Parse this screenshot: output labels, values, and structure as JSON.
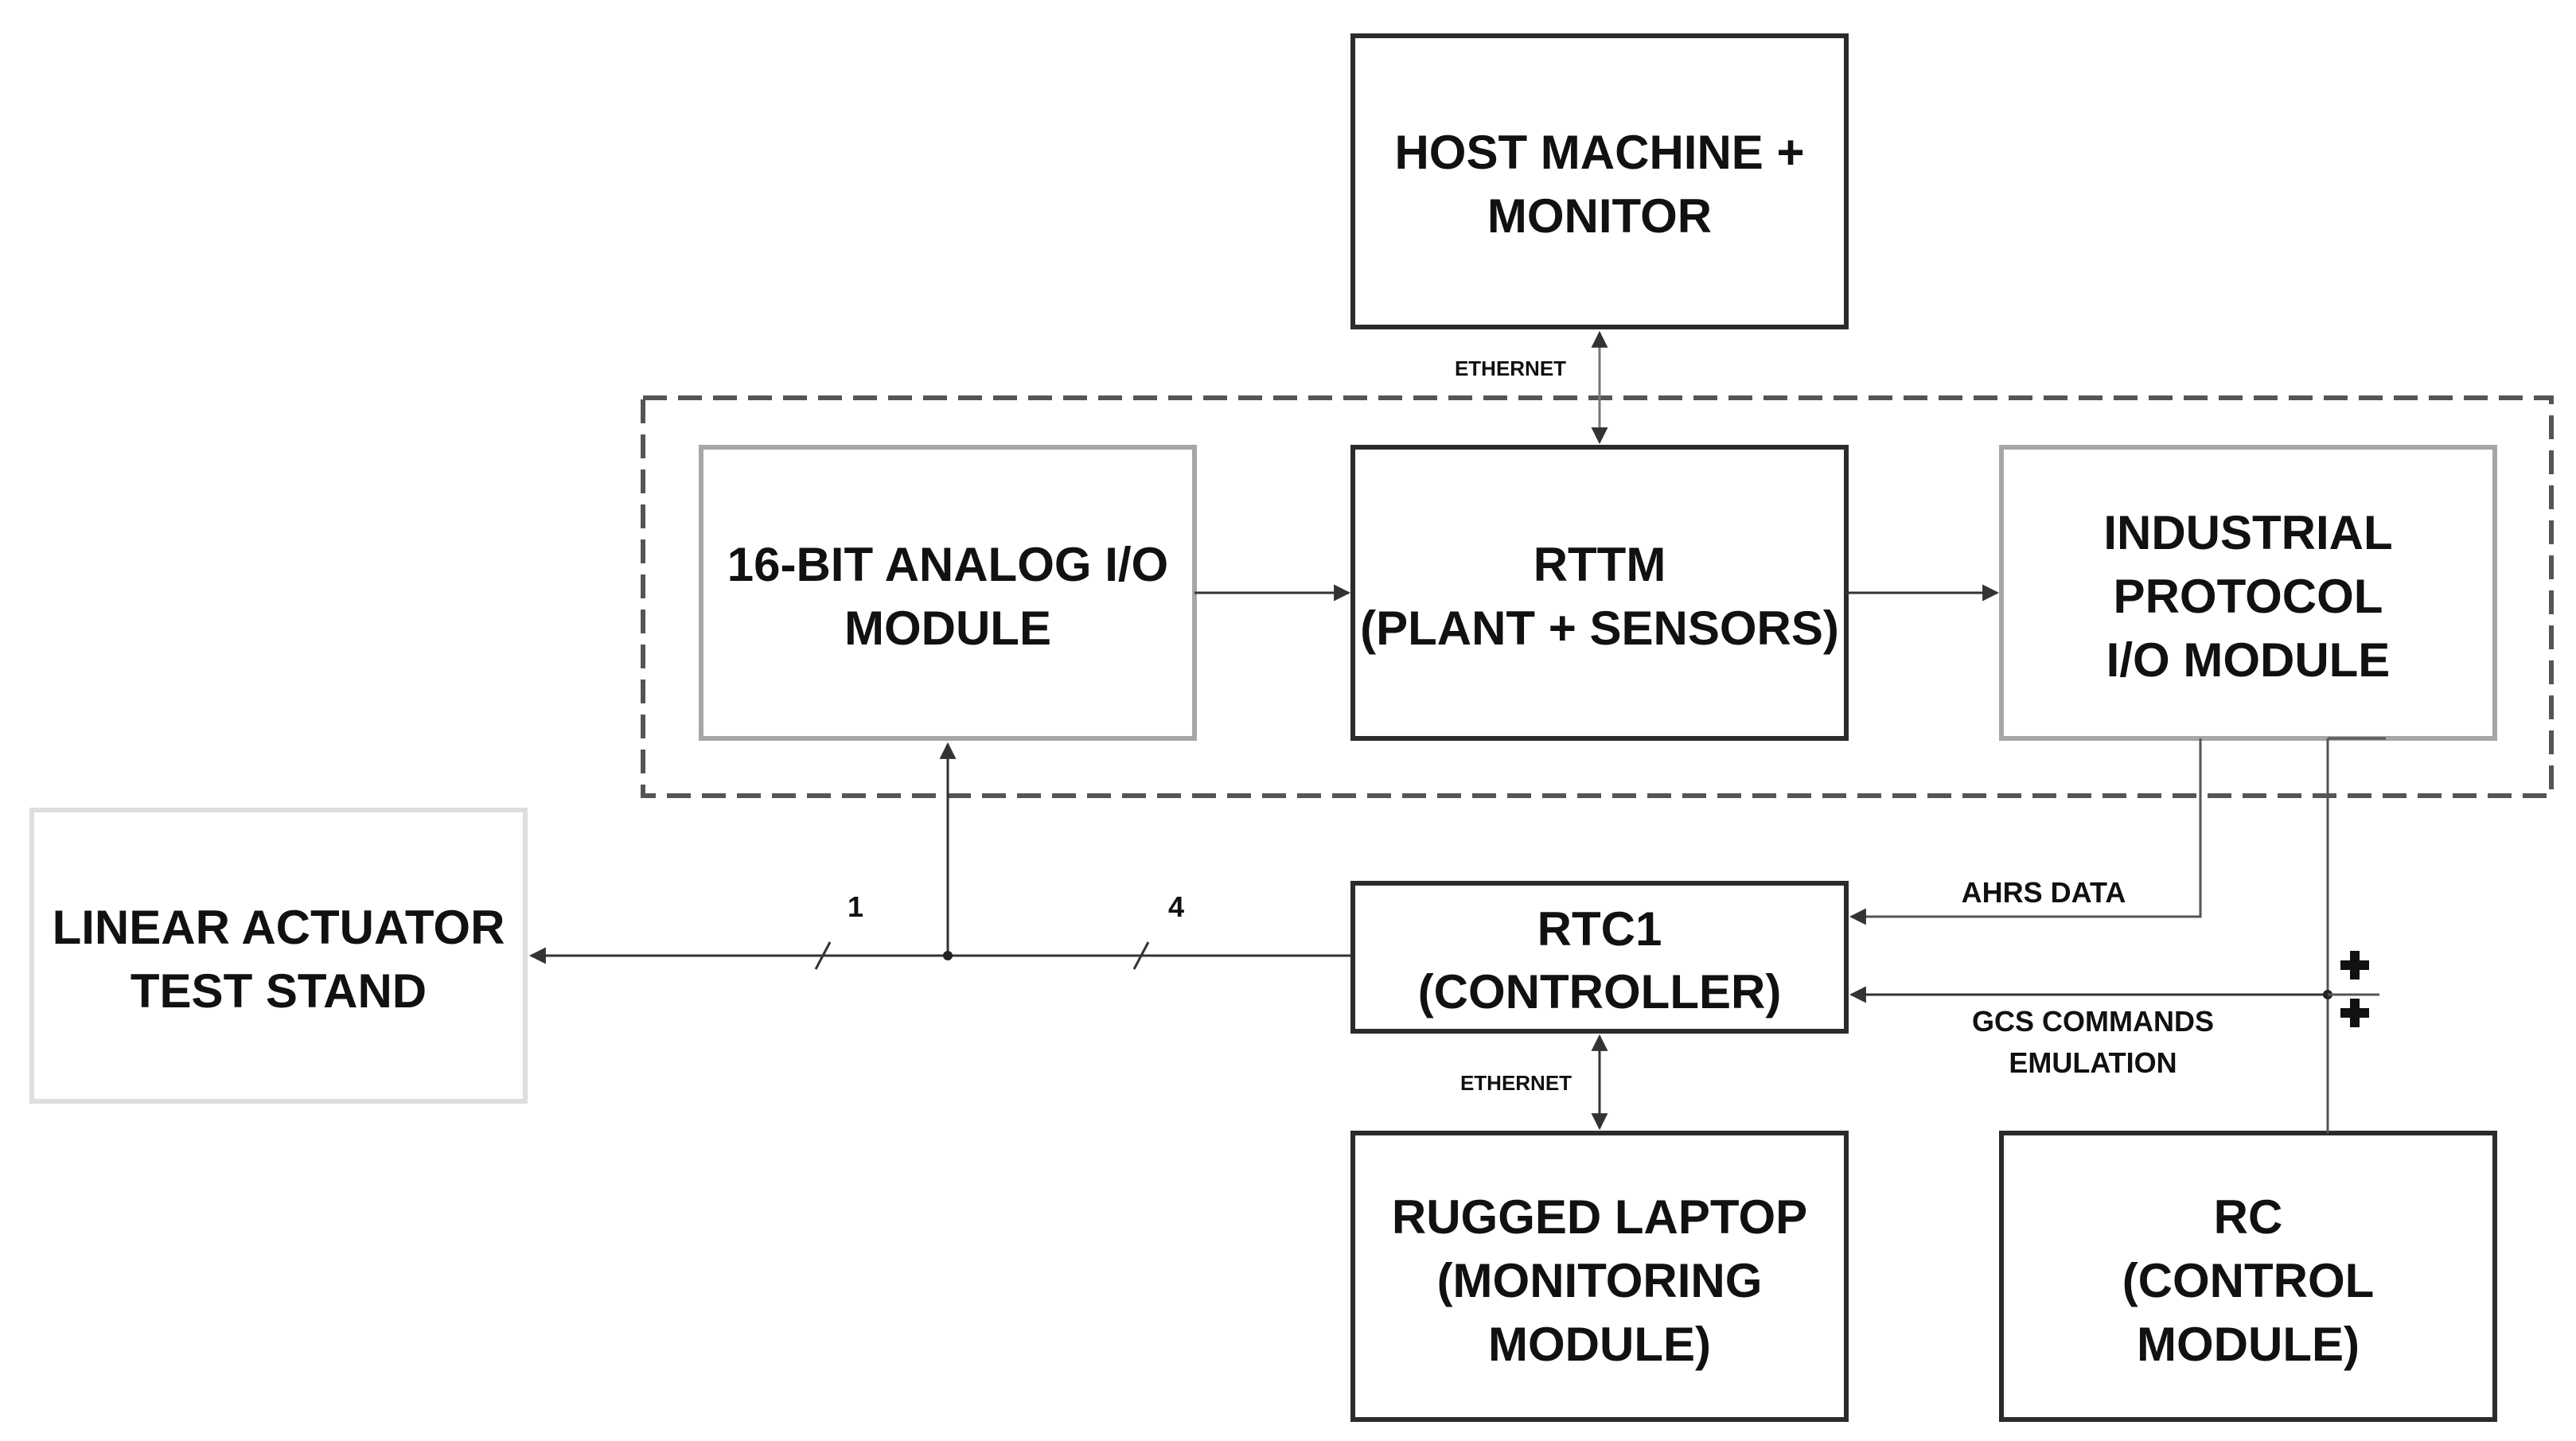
{
  "blocks": {
    "host": {
      "line1": "HOST MACHINE +",
      "line2": "MONITOR"
    },
    "analog": {
      "line1": "16-BIT ANALOG I/O",
      "line2": "MODULE"
    },
    "rttm": {
      "line1": "RTTM",
      "line2": "(PLANT + SENSORS)"
    },
    "industrial": {
      "line1": "INDUSTRIAL",
      "line2": "PROTOCOL",
      "line3": "I/O MODULE"
    },
    "actuator": {
      "line1": "LINEAR ACTUATOR",
      "line2": "TEST STAND"
    },
    "rtc1": {
      "line1": "RTC1",
      "line2": "(CONTROLLER)"
    },
    "laptop": {
      "line1": "RUGGED LAPTOP",
      "line2": "(MONITORING",
      "line3": "MODULE)"
    },
    "rc": {
      "line1": "RC",
      "line2": "(CONTROL",
      "line3": "MODULE)"
    }
  },
  "connections": {
    "ethernet_top": "ETHERNET",
    "ethernet_bottom": "ETHERNET",
    "bus_count_left": "1",
    "bus_count_right": "4",
    "ahrs": "AHRS DATA",
    "gcs_line1": "GCS COMMANDS",
    "gcs_line2": "EMULATION"
  },
  "colors": {
    "dark_border": "#2b2b2b",
    "light_border": "#a6a6a6",
    "faint_border": "#dedede",
    "dashed_group": "#555555"
  }
}
